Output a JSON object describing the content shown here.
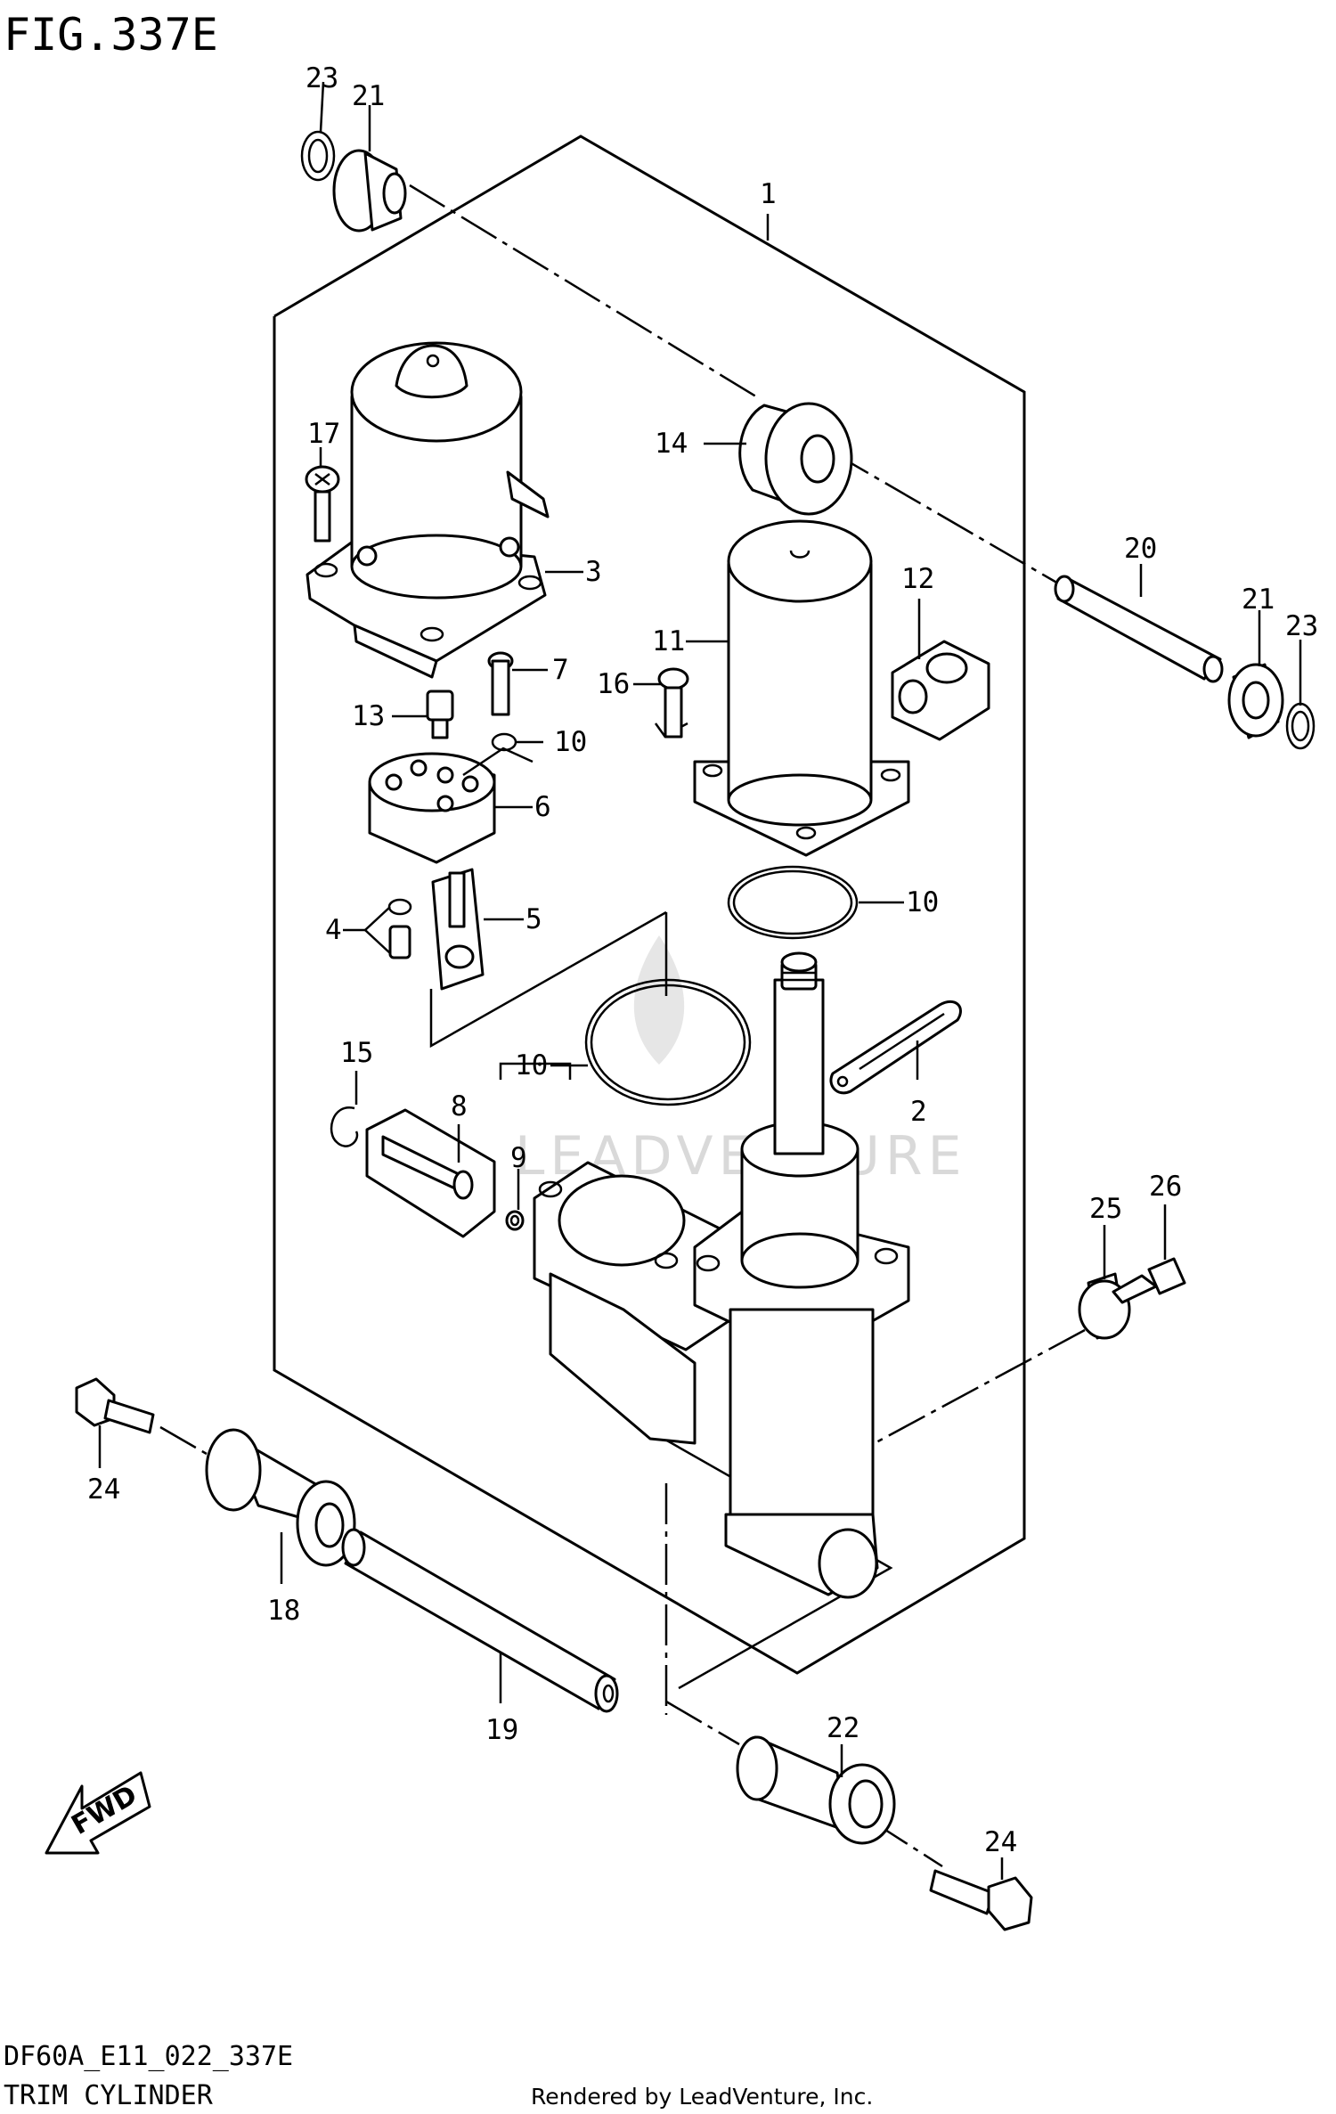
{
  "figure": {
    "title": "FIG.337E",
    "code": "DF60A_E11_022_337E",
    "name": "TRIM CYLINDER",
    "credit": "Rendered by LeadVenture, Inc.",
    "watermark": "LEADVENTURE",
    "fwd_label": "FWD"
  },
  "callouts": [
    {
      "id": "c23a",
      "label": "23"
    },
    {
      "id": "c21a",
      "label": "21"
    },
    {
      "id": "c1",
      "label": "1"
    },
    {
      "id": "c17",
      "label": "17"
    },
    {
      "id": "c14",
      "label": "14"
    },
    {
      "id": "c3",
      "label": "3"
    },
    {
      "id": "c20",
      "label": "20"
    },
    {
      "id": "c12",
      "label": "12"
    },
    {
      "id": "c21b",
      "label": "21"
    },
    {
      "id": "c23b",
      "label": "23"
    },
    {
      "id": "c11",
      "label": "11"
    },
    {
      "id": "c7",
      "label": "7"
    },
    {
      "id": "c16",
      "label": "16"
    },
    {
      "id": "c13",
      "label": "13"
    },
    {
      "id": "c10a",
      "label": "10"
    },
    {
      "id": "c6",
      "label": "6"
    },
    {
      "id": "c10b",
      "label": "10"
    },
    {
      "id": "c4",
      "label": "4"
    },
    {
      "id": "c5",
      "label": "5"
    },
    {
      "id": "c15",
      "label": "15"
    },
    {
      "id": "c10c",
      "label": "10"
    },
    {
      "id": "c2",
      "label": "2"
    },
    {
      "id": "c8",
      "label": "8"
    },
    {
      "id": "c9",
      "label": "9"
    },
    {
      "id": "c26",
      "label": "26"
    },
    {
      "id": "c25",
      "label": "25"
    },
    {
      "id": "c24a",
      "label": "24"
    },
    {
      "id": "c18",
      "label": "18"
    },
    {
      "id": "c19",
      "label": "19"
    },
    {
      "id": "c22",
      "label": "22"
    },
    {
      "id": "c24b",
      "label": "24"
    }
  ]
}
